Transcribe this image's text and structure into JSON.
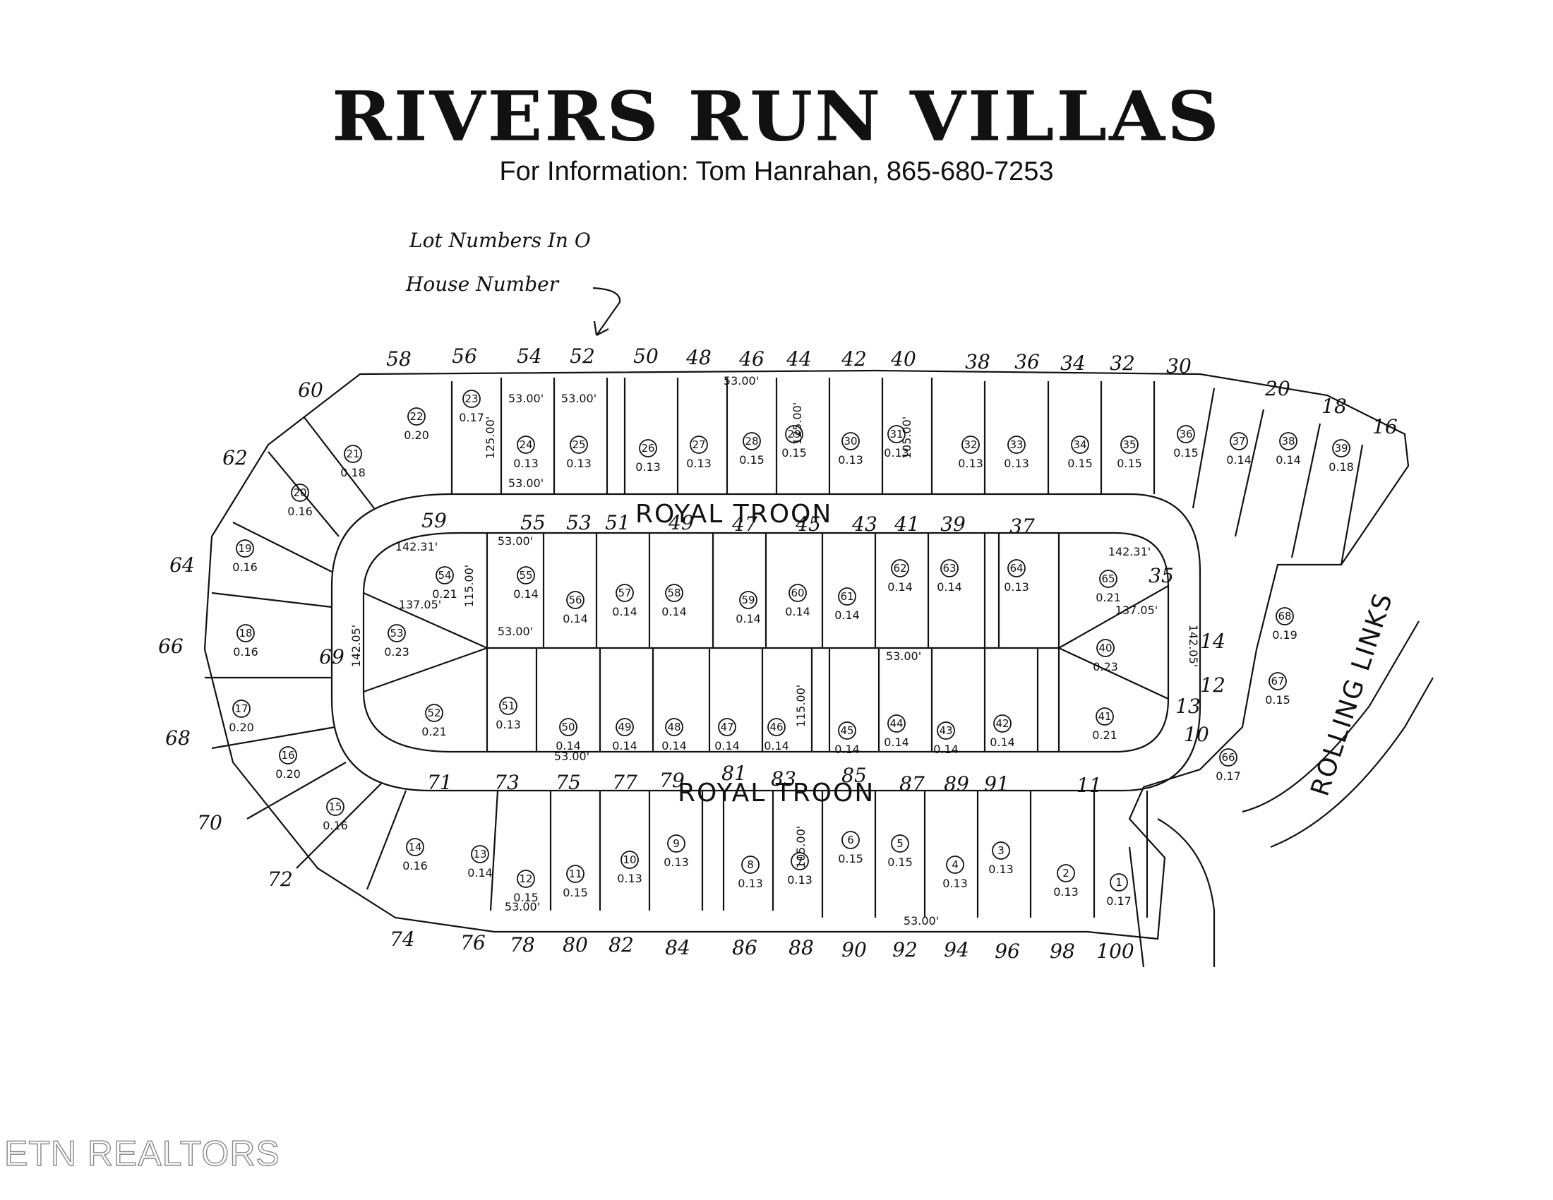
{
  "title": "RIVERS RUN VILLAS",
  "subtitle": "For Information: Tom Hanrahan, 865-680-7253",
  "note": {
    "line1": "Lot Numbers In O",
    "line2": "House Number"
  },
  "streets": {
    "royal_troon_north": "ROYAL TROON",
    "royal_troon_south": "ROYAL TROON",
    "rolling_links": "ROLLING LINKS"
  },
  "watermark": "ETN REALTORS",
  "house_numbers_top": [
    "58",
    "56",
    "54",
    "52",
    "50",
    "48",
    "46",
    "44",
    "42",
    "40",
    "38",
    "36",
    "34",
    "32",
    "30",
    "20",
    "18",
    "16"
  ],
  "house_numbers_left": [
    "60",
    "62",
    "64",
    "66",
    "68",
    "70",
    "72"
  ],
  "house_numbers_bottom": [
    "74",
    "76",
    "78",
    "80",
    "82",
    "84",
    "86",
    "88",
    "90",
    "92",
    "94",
    "96",
    "98",
    "100"
  ],
  "house_numbers_inner_top": [
    "59",
    "55",
    "53",
    "51",
    "49",
    "47",
    "45",
    "43",
    "41",
    "39",
    "37",
    "35"
  ],
  "house_numbers_inner_bottom": [
    "71",
    "73",
    "75",
    "77",
    "79",
    "81",
    "83",
    "85",
    "87",
    "89",
    "91",
    "11"
  ],
  "house_numbers_right": [
    "14",
    "12",
    "13",
    "10"
  ],
  "house_number_69": "69",
  "top_lots": [
    {
      "lot": "22",
      "acres": "0.20"
    },
    {
      "lot": "23",
      "acres": "0.17"
    },
    {
      "lot": "24",
      "acres": "0.13"
    },
    {
      "lot": "25",
      "acres": "0.13"
    },
    {
      "lot": "26",
      "acres": "0.13"
    },
    {
      "lot": "27",
      "acres": "0.13"
    },
    {
      "lot": "28",
      "acres": "0.15"
    },
    {
      "lot": "29",
      "acres": "0.15"
    },
    {
      "lot": "30",
      "acres": "0.13"
    },
    {
      "lot": "31",
      "acres": "0.13"
    },
    {
      "lot": "32",
      "acres": "0.13"
    },
    {
      "lot": "33",
      "acres": "0.13"
    },
    {
      "lot": "34",
      "acres": "0.15"
    },
    {
      "lot": "35",
      "acres": "0.15"
    },
    {
      "lot": "36",
      "acres": "0.15"
    },
    {
      "lot": "37",
      "acres": "0.14"
    },
    {
      "lot": "38",
      "acres": "0.14"
    },
    {
      "lot": "39",
      "acres": "0.18"
    }
  ],
  "center_top_lots": [
    {
      "lot": "54",
      "acres": "0.21"
    },
    {
      "lot": "55",
      "acres": "0.14"
    },
    {
      "lot": "56",
      "acres": "0.14"
    },
    {
      "lot": "57",
      "acres": "0.14"
    },
    {
      "lot": "58",
      "acres": "0.14"
    },
    {
      "lot": "59",
      "acres": "0.14"
    },
    {
      "lot": "60",
      "acres": "0.14"
    },
    {
      "lot": "61",
      "acres": "0.14"
    },
    {
      "lot": "62",
      "acres": "0.14"
    },
    {
      "lot": "63",
      "acres": "0.14"
    },
    {
      "lot": "64",
      "acres": "0.13"
    },
    {
      "lot": "65",
      "acres": "0.21"
    }
  ],
  "center_bottom_lots": [
    {
      "lot": "52",
      "acres": "0.21"
    },
    {
      "lot": "51",
      "acres": "0.13"
    },
    {
      "lot": "50",
      "acres": "0.14"
    },
    {
      "lot": "49",
      "acres": "0.14"
    },
    {
      "lot": "48",
      "acres": "0.14"
    },
    {
      "lot": "47",
      "acres": "0.14"
    },
    {
      "lot": "46",
      "acres": "0.14"
    },
    {
      "lot": "45",
      "acres": "0.14"
    },
    {
      "lot": "44",
      "acres": "0.14"
    },
    {
      "lot": "43",
      "acres": "0.14"
    },
    {
      "lot": "42",
      "acres": "0.14"
    },
    {
      "lot": "41",
      "acres": "0.21"
    }
  ],
  "center_ends": [
    {
      "lot": "53",
      "acres": "0.23"
    },
    {
      "lot": "40",
      "acres": "0.23"
    }
  ],
  "bottom_lots": [
    {
      "lot": "14",
      "acres": "0.16"
    },
    {
      "lot": "13",
      "acres": "0.14"
    },
    {
      "lot": "12",
      "acres": "0.15"
    },
    {
      "lot": "11",
      "acres": "0.15"
    },
    {
      "lot": "10",
      "acres": "0.13"
    },
    {
      "lot": "9",
      "acres": "0.13"
    },
    {
      "lot": "8",
      "acres": "0.13"
    },
    {
      "lot": "7",
      "acres": "0.13"
    },
    {
      "lot": "6",
      "acres": "0.15"
    },
    {
      "lot": "5",
      "acres": "0.15"
    },
    {
      "lot": "4",
      "acres": "0.13"
    },
    {
      "lot": "3",
      "acres": "0.13"
    },
    {
      "lot": "2",
      "acres": "0.13"
    },
    {
      "lot": "1",
      "acres": "0.17"
    }
  ],
  "left_lots": [
    {
      "lot": "21",
      "acres": "0.18"
    },
    {
      "lot": "20",
      "acres": "0.16"
    },
    {
      "lot": "19",
      "acres": "0.16"
    },
    {
      "lot": "18",
      "acres": "0.16"
    },
    {
      "lot": "17",
      "acres": "0.20"
    },
    {
      "lot": "16",
      "acres": "0.20"
    },
    {
      "lot": "15",
      "acres": "0.16"
    }
  ],
  "right_lots": [
    {
      "lot": "68",
      "acres": "0.19"
    },
    {
      "lot": "67",
      "acres": "0.15"
    },
    {
      "lot": "66",
      "acres": "0.17"
    }
  ],
  "dims": {
    "w53": "53.00'",
    "d105": "105.00'",
    "d115": "115.00'",
    "d125": "125.00'",
    "r142": "142.31'",
    "r137": "137.05'",
    "c142": "142.05'"
  }
}
